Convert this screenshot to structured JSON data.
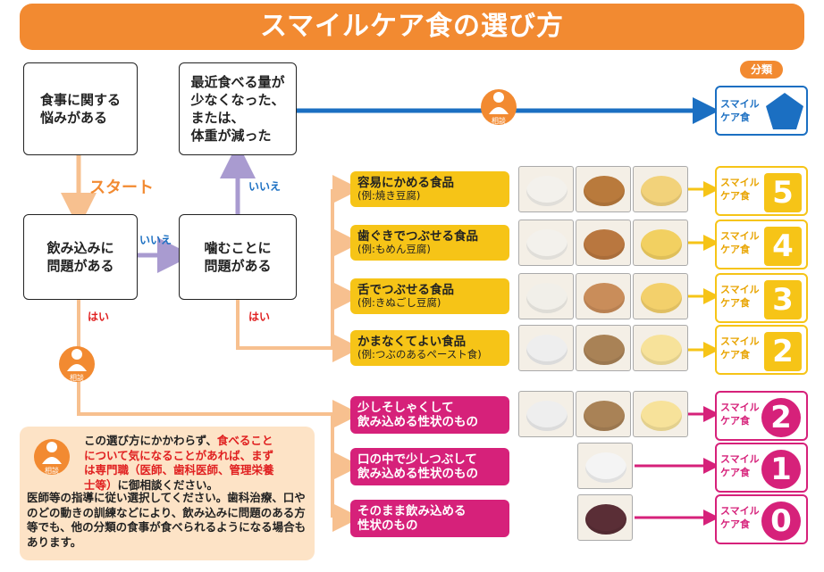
{
  "title": "スマイルケア食の選び方",
  "boxes": {
    "worry": "食事に関する\n悩みがある",
    "eating_less": "最近食べる量が\n少なくなった、\nまたは、\n体重が減った",
    "swallow": "飲み込みに\n問題がある",
    "chew": "噛むことに\n問題がある"
  },
  "labels": {
    "start": "スタート",
    "no1": "いいえ",
    "no2": "いいえ",
    "yes1": "はい",
    "yes2": "はい",
    "consult": "相談",
    "classification": "分類"
  },
  "categories": [
    {
      "name": "容易にかめる食品",
      "example": "(例:焼き豆腐)",
      "color": "yellow",
      "class_text": "スマイル\nケア食",
      "num": "5"
    },
    {
      "name": "歯ぐきでつぶせる食品",
      "example": "(例:もめん豆腐)",
      "color": "yellow",
      "class_text": "スマイル\nケア食",
      "num": "4"
    },
    {
      "name": "舌でつぶせる食品",
      "example": "(例:きぬごし豆腐)",
      "color": "yellow",
      "class_text": "スマイル\nケア食",
      "num": "3"
    },
    {
      "name": "かまなくてよい食品",
      "example": "(例:つぶのあるペースト食)",
      "color": "yellow",
      "class_text": "スマイル\nケア食",
      "num": "2"
    },
    {
      "name": "少しそしゃくして\n飲み込める性状のもの",
      "example": "",
      "color": "magenta",
      "class_text": "スマイル\nケア食",
      "num": "2"
    },
    {
      "name": "口の中で少しつぶして\n飲み込める性状のもの",
      "example": "",
      "color": "magenta",
      "class_text": "スマイル\nケア食",
      "num": "1"
    },
    {
      "name": "そのまま飲み込める\n性状のもの",
      "example": "",
      "color": "magenta",
      "class_text": "スマイル\nケア食",
      "num": "0"
    }
  ],
  "blue_class": {
    "text": "スマイル\nケア食"
  },
  "note": {
    "p1_a": "この選び方にかかわらず、",
    "p1_red1": "食べること\nについて気になることがあれば、まず\nは専門職（医師、歯科医師、管理栄養\n士等）",
    "p1_b": "に御相談ください。",
    "p2": "医師等の指導に従い選択してください。歯科治療、口やのどの動きの訓練などにより、飲み込みに問題のある方等でも、他の分類の食事が食べられるようになる場合もあります。"
  },
  "colors": {
    "orange": "#f28a31",
    "peach": "#f7c08f",
    "blue": "#1b6fc2",
    "yellow": "#f6c417",
    "magenta": "#d6217a",
    "purple": "#a99bd0"
  }
}
